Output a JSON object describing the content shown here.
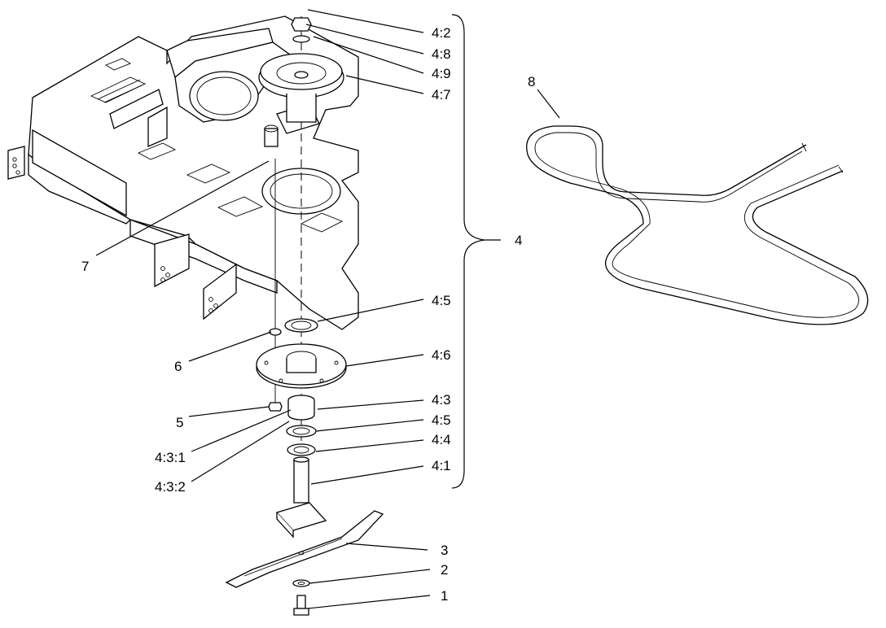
{
  "callouts": {
    "c_4_2": "4:2",
    "c_4_8": "4:8",
    "c_4_9": "4:9",
    "c_4_7": "4:7",
    "c_8": "8",
    "c_4": "4",
    "c_7": "7",
    "c_4_5_top": "4:5",
    "c_6": "6",
    "c_4_6": "4:6",
    "c_4_3": "4:3",
    "c_5": "5",
    "c_4_5_bottom": "4:5",
    "c_4_3_1": "4:3:1",
    "c_4_4": "4:4",
    "c_4_3_2": "4:3:2",
    "c_4_1": "4:1",
    "c_3": "3",
    "c_2": "2",
    "c_1": "1"
  }
}
